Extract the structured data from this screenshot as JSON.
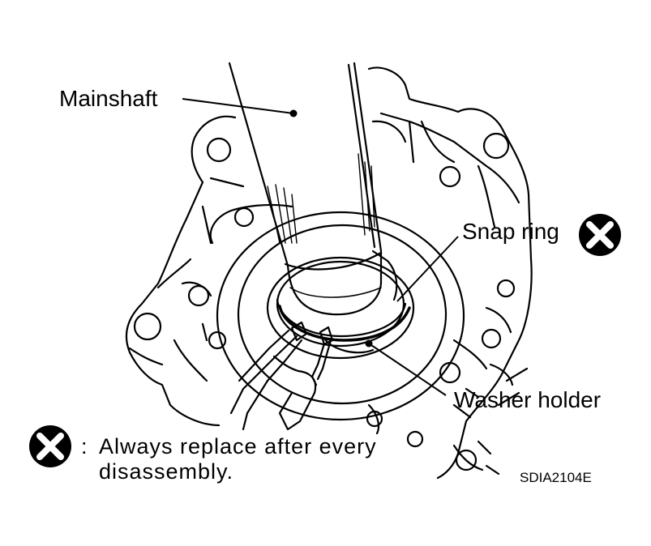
{
  "labels": {
    "mainshaft": "Mainshaft",
    "snap_ring": "Snap ring",
    "washer_holder": "Washer holder"
  },
  "note": {
    "separator": ":",
    "line1": "Always replace after every",
    "line2": "disassembly."
  },
  "figure_code": "SDIA2104E",
  "icons": {
    "replace_symbol": "x-circle-icon"
  }
}
